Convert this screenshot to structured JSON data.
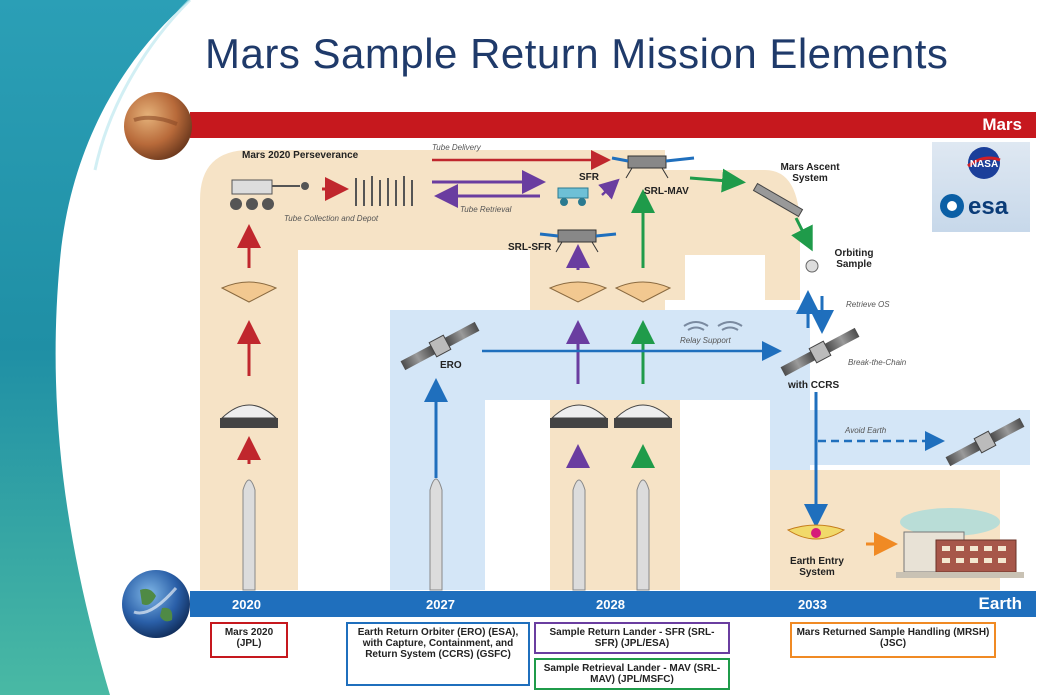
{
  "title": "Mars Sample Return Mission Elements",
  "bars": {
    "mars_label": "Mars",
    "earth_label": "Earth"
  },
  "years": [
    "2020",
    "2027",
    "2028",
    "2033"
  ],
  "logos": {
    "nasa": "NASA",
    "esa": "esa"
  },
  "labels": {
    "perseverance": "Mars 2020 Perseverance",
    "tube_delivery": "Tube Delivery",
    "tube_collection": "Tube Collection and Depot",
    "tube_retrieval": "Tube Retrieval",
    "sfr": "SFR",
    "srl_mav": "SRL-MAV",
    "srl_sfr": "SRL-SFR",
    "mars_ascent": "Mars Ascent System",
    "orbiting_sample": "Orbiting Sample",
    "retrieve": "Retrieve OS",
    "relay_support": "Relay Support",
    "ero": "ERO",
    "break_chain": "Break-the-Chain",
    "with_ccrs": "with CCRS",
    "avoid_earth": "Avoid Earth",
    "earth_entry": "Earth Entry System"
  },
  "boxes": {
    "mars2020": "Mars 2020 (JPL)",
    "ero": "Earth Return Orbiter (ERO) (ESA), with Capture, Containment, and Return System (CCRS) (GSFC)",
    "srl_sfr": "Sample Return Lander - SFR (SRL-SFR) (JPL/ESA)",
    "srl_mav": "Sample Retrieval Lander - MAV (SRL-MAV) (JPL/MSFC)",
    "mrsh": "Mars Returned Sample Handling (MRSH) (JSC)"
  },
  "colors": {
    "mars_bar": "#c6181e",
    "earth_bar": "#1f6fbd",
    "red_arrow": "#c0272d",
    "blue_arrow": "#1f6fbd",
    "purple_arrow": "#6a3da0",
    "green_arrow": "#1f9b4a",
    "orange_arrow": "#f08a24",
    "tan_path": "#f6e3c6",
    "blue_path": "#d4e6f7"
  }
}
